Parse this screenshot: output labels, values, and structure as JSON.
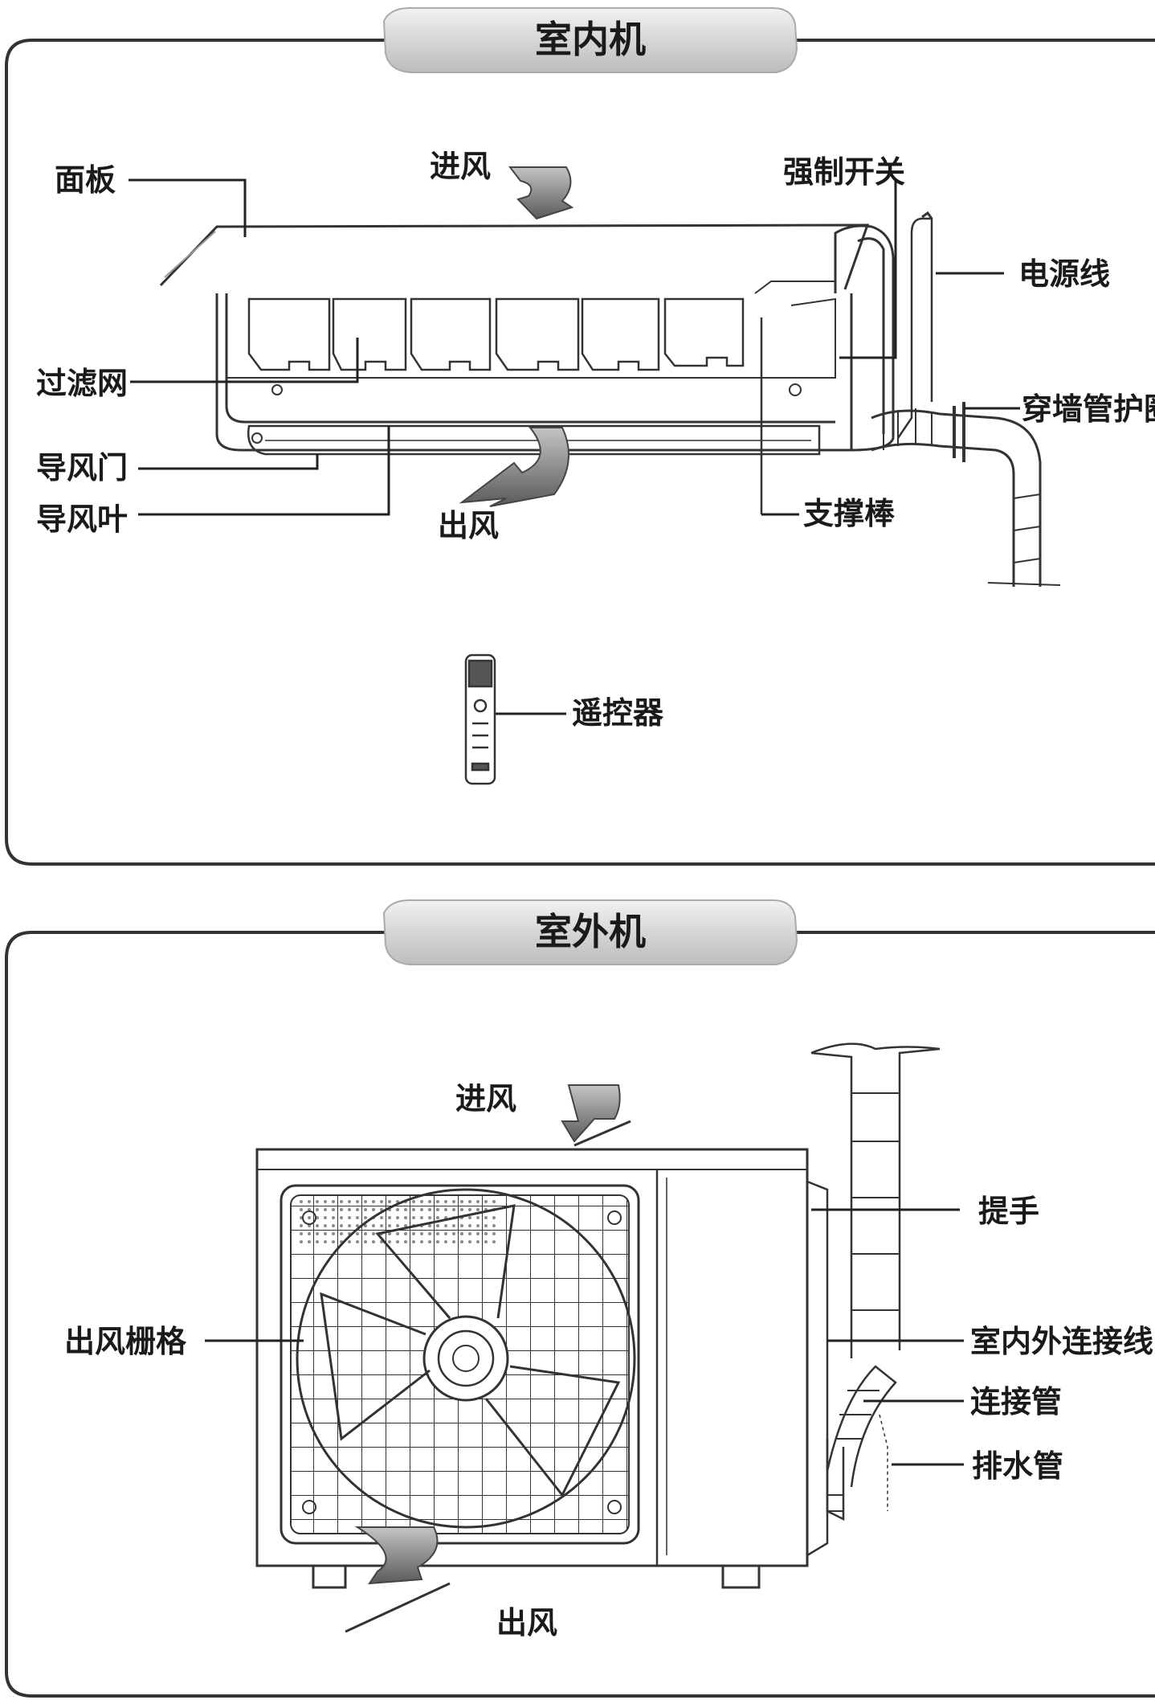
{
  "indoor": {
    "title": "室内机",
    "labels": {
      "panel": "面板",
      "air_in": "进风",
      "force_switch": "强制开关",
      "power_cord": "电源线",
      "filter": "过滤网",
      "wall_sleeve": "穿墙管护圈",
      "louver_door": "导风门",
      "louver_blade": "导风叶",
      "air_out": "出风",
      "support_rod": "支撑棒",
      "remote": "遥控器"
    }
  },
  "outdoor": {
    "title": "室外机",
    "labels": {
      "air_in": "进风",
      "handle": "提手",
      "outlet_grille": "出风栅格",
      "connecting_wire": "室内外连接线",
      "connecting_pipe": "连接管",
      "drain_pipe": "排水管",
      "air_out": "出风"
    }
  }
}
